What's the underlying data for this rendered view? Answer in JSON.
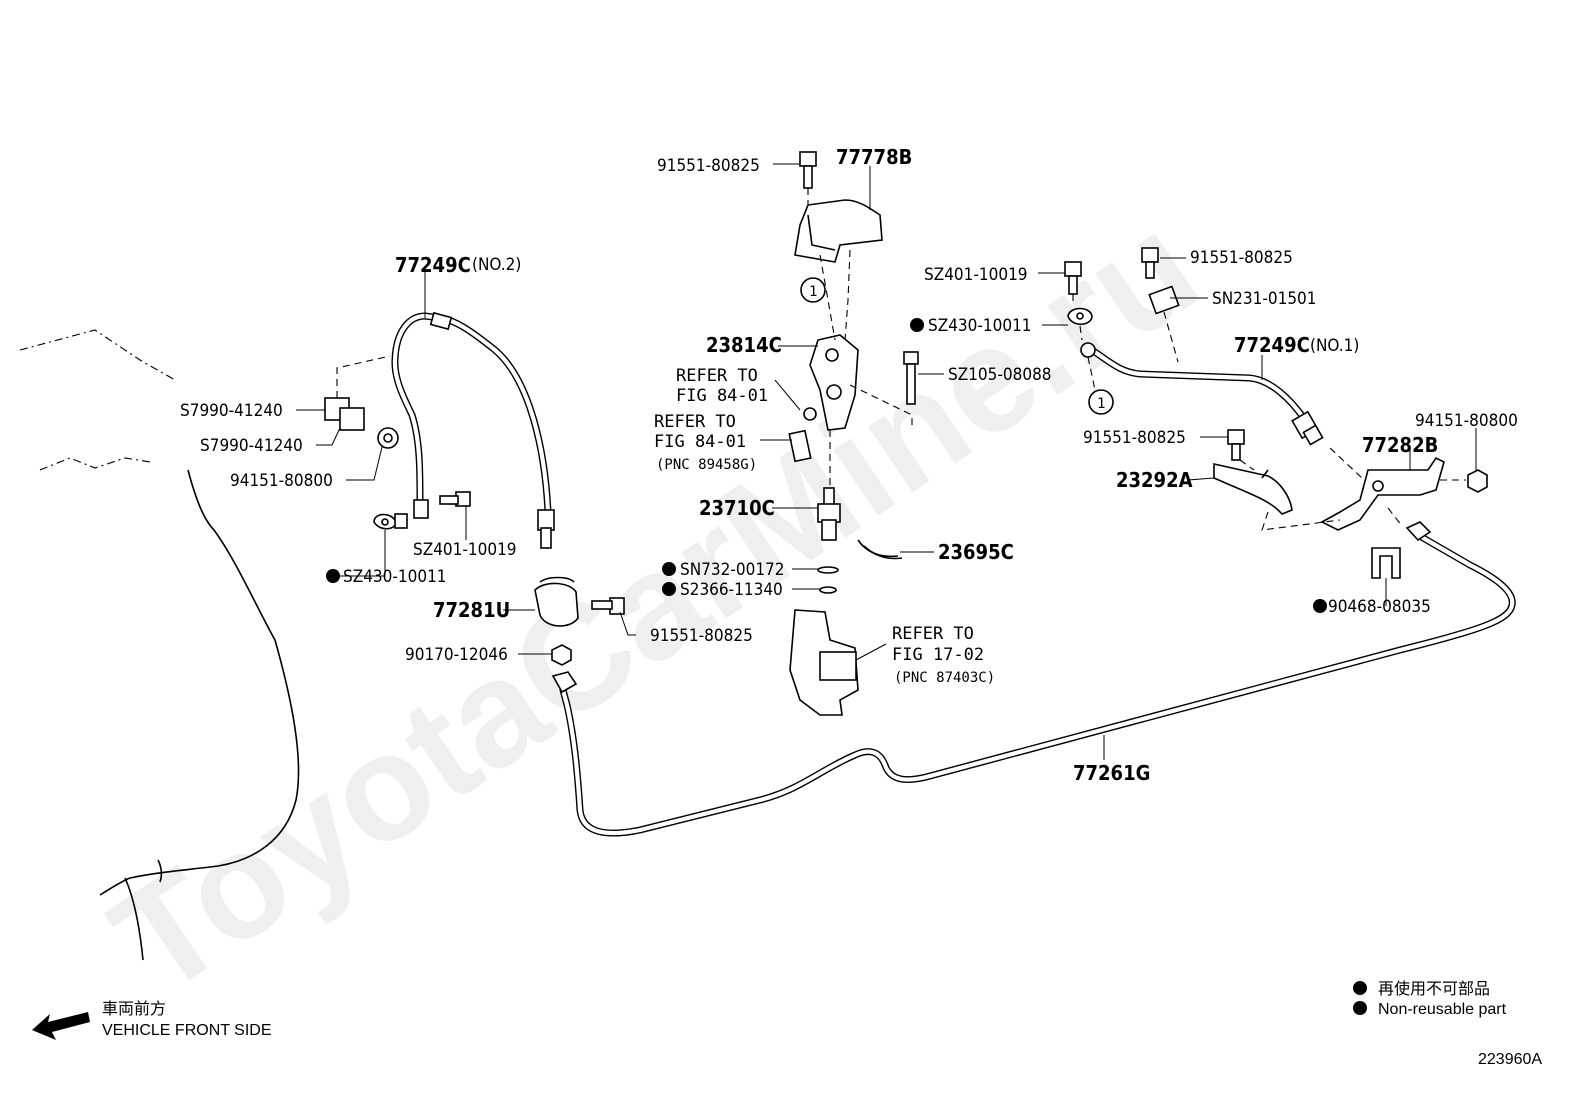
{
  "watermark": "ToyotaCarMine.ru",
  "figure_id": "223960A",
  "direction": {
    "jp": "車両前方",
    "en": "VEHICLE FRONT SIDE"
  },
  "legend": {
    "jp": "再使用不可部品",
    "en": "Non-reusable part"
  },
  "callout": "1",
  "labels": {
    "l77778B": "77778B",
    "l91551_top": "91551-80825",
    "l77249C_2": "77249C",
    "l77249C_2_note": "(NO.2)",
    "lS7990_a": "S7990-41240",
    "lS7990_b": "S7990-41240",
    "l94151_left": "94151-80800",
    "lSZ401_left": "SZ401-10019",
    "lSZ430_left": "SZ430-10011",
    "l77281U": "77281U",
    "l91551_mid": "91551-80825",
    "l90170": "90170-12046",
    "l23814C": "23814C",
    "ref1_a": "REFER TO",
    "ref1_b": "FIG 84-01",
    "ref2_a": "REFER TO",
    "ref2_b": "FIG 84-01",
    "ref2_c": "(PNC 89458G)",
    "l23710C": "23710C",
    "l23695C": "23695C",
    "lSN732": "SN732-00172",
    "lS2366": "S2366-11340",
    "ref3_a": "REFER TO",
    "ref3_b": "FIG 17-02",
    "ref3_c": "(PNC 87403C)",
    "lSZ401_right": "SZ401-10019",
    "lSZ430_right": "SZ430-10011",
    "lSZ105": "SZ105-08088",
    "l91551_r1": "91551-80825",
    "lSN231": "SN231-01501",
    "l77249C_1": "77249C",
    "l77249C_1_note": "(NO.1)",
    "l91551_r2": "91551-80825",
    "l94151_right": "94151-80800",
    "l77282B": "77282B",
    "l23292A": "23292A",
    "l90468": "90468-08035",
    "l77261G": "77261G"
  }
}
